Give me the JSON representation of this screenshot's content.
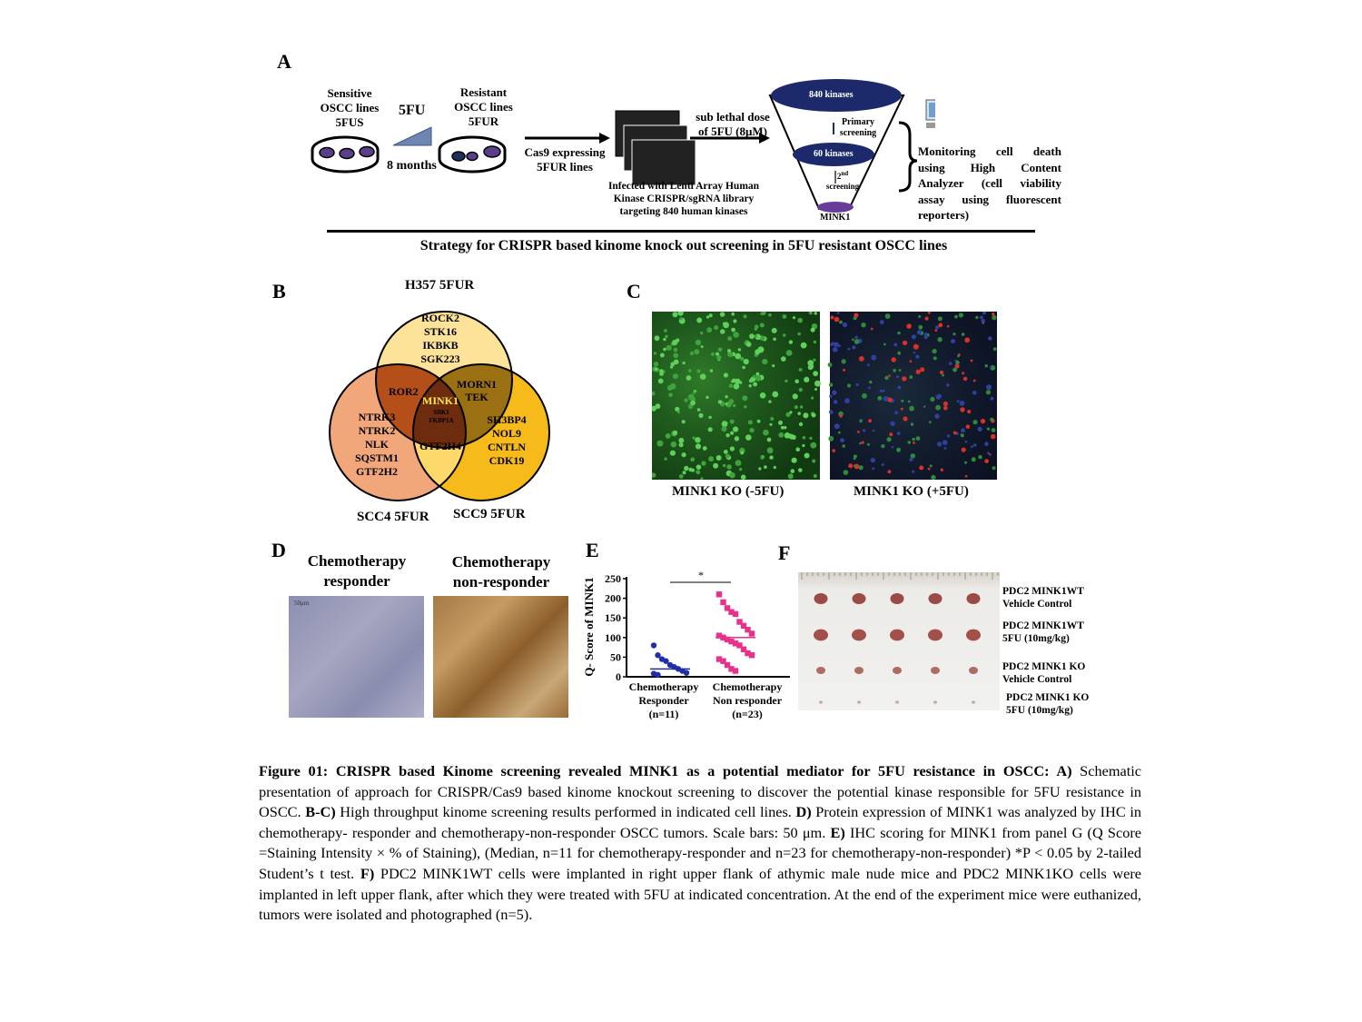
{
  "panels": {
    "a": {
      "letter": "A",
      "sensitive": [
        "Sensitive",
        "OSCC lines",
        "5FUS"
      ],
      "drug": "5FU",
      "duration": "8 months",
      "resistant": [
        "Resistant",
        "OSCC lines",
        "5FUR"
      ],
      "cas9": [
        "Cas9 expressing",
        "5FUR lines"
      ],
      "dose": [
        "sub lethal dose",
        "of 5FU (8μM)"
      ],
      "library": [
        "Infected with Lenti Array Human",
        "Kinase CRISPR/sgRNA library",
        "targeting 840  human kinases"
      ],
      "funnel_top": "840  kinases",
      "primary": [
        "Primary",
        "screening"
      ],
      "mid": "60 kinases",
      "second_sup": "nd",
      "second_num": "2",
      "second_word": "screening",
      "hit": "MINK1",
      "monitor": [
        "Monitoring  cell  death",
        "using    High    Content",
        "Analyzer  (cell  viability",
        "assay  using   fluorescent",
        "reporters)"
      ],
      "title": "Strategy for CRISPR based kinome knock out screening in 5FU resistant OSCC lines"
    },
    "b": {
      "letter": "B",
      "top_label": "H357 5FUR",
      "left_label": "SCC4 5FUR",
      "right_label": "SCC9 5FUR",
      "top_genes": [
        "ROCK2",
        "STK16",
        "IKBKB",
        "SGK223"
      ],
      "left_genes": [
        "NTRK3",
        "NTRK2",
        "NLK",
        "SQSTM1",
        "GTF2H2"
      ],
      "right_genes": [
        "SH3BP4",
        "NOL9",
        "CNTLN",
        "CDK19"
      ],
      "top_left": "ROR2",
      "top_right": [
        "MORN1",
        "TEK"
      ],
      "bottom_mid": "GTF2H4",
      "center": "MINK1",
      "center_small": [
        "SBK1",
        "FKBP1A"
      ]
    },
    "c": {
      "letter": "C",
      "left_label": "MINK1 KO (-5FU)",
      "right_label": "MINK1 KO (+5FU)"
    },
    "d": {
      "letter": "D",
      "left_title": [
        "Chemotherapy",
        "responder"
      ],
      "right_title": [
        "Chemotherapy",
        "non-responder"
      ],
      "scale": "50μm"
    },
    "e": {
      "letter": "E",
      "star": "*"
    },
    "f": {
      "letter": "F",
      "rows": [
        [
          "PDC2  MINK1WT",
          "Vehicle Control"
        ],
        [
          "PDC2  MINK1WT",
          "5FU (10mg/kg)"
        ],
        [
          "PDC2  MINK1 KO",
          "Vehicle Control"
        ],
        [
          "PDC2  MINK1 KO",
          "5FU (10mg/kg)"
        ]
      ]
    }
  },
  "chart_data": {
    "type": "scatter",
    "ylabel": "Q- Score of MINK1",
    "ylim": [
      0,
      250
    ],
    "yticks": [
      "0",
      "50",
      "100",
      "150",
      "200",
      "250"
    ],
    "categories": [
      {
        "lines": [
          "Chemotherapy",
          "Responder",
          "(n=11)"
        ]
      },
      {
        "lines": [
          "Chemotherapy",
          "Non responder",
          "(n=23)"
        ]
      }
    ],
    "series": [
      {
        "color": "#1f2fa8",
        "marker": "circle",
        "median": 20,
        "values": [
          80,
          55,
          45,
          40,
          30,
          25,
          20,
          15,
          10,
          8,
          5
        ]
      },
      {
        "color": "#e8318a",
        "marker": "square",
        "median": 100,
        "values": [
          210,
          190,
          175,
          165,
          160,
          140,
          130,
          120,
          110,
          105,
          100,
          95,
          90,
          85,
          80,
          70,
          60,
          55,
          45,
          40,
          30,
          20,
          15
        ]
      }
    ],
    "significance": "*"
  },
  "caption": {
    "lead": "Figure 01: CRISPR based Kinome screening revealed MINK1 as a potential mediator for 5FU resistance in OSCC: A)",
    "a_text": " Schematic presentation of approach for CRISPR/Cas9 based kinome knockout screening to discover the potential kinase responsible for 5FU resistance in OSCC. ",
    "bc_head": "B-C)",
    "bc_text": " High throughput kinome screening results performed in indicated cell lines. ",
    "d_head": "D)",
    "d_text": " Protein expression of MINK1 was analyzed by IHC in chemotherapy- responder and chemotherapy-non-responder OSCC tumors. Scale bars: 50 μm. ",
    "e_head": "E)",
    "e_text": " IHC scoring for MINK1 from panel G (Q Score =Staining Intensity × % of Staining), (Median, n=11 for chemotherapy-responder and n=23 for chemotherapy-non-responder) *P < 0.05 by 2-tailed Student’s t test. ",
    "f_head": "F)",
    "f_text": " PDC2 MINK1WT cells were implanted in right upper flank of athymic male nude mice and PDC2 MINK1KO cells were implanted in left upper flank, after which they were treated with 5FU at indicated concentration. At the end of the experiment mice were euthanized, tumors were isolated and photographed (n=5)."
  }
}
